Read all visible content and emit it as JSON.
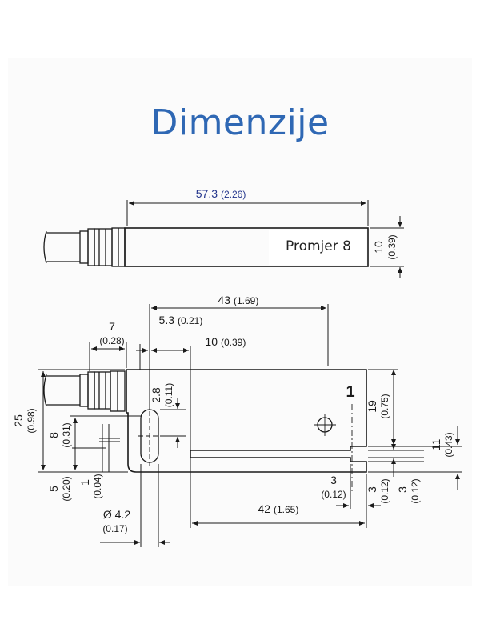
{
  "title": "Dimenzije",
  "colors": {
    "title": "#2f68b4",
    "dimension_top": "#23358c",
    "line": "#1a1a1a"
  },
  "top_view": {
    "length": "57.3",
    "length_in": "(2.26)",
    "diameter_label": "Promjer 8",
    "height": "10",
    "height_in": "(0.39)"
  },
  "bottom_view": {
    "d43": "43",
    "d43_in": "(1.69)",
    "d7": "7",
    "d7_in": "(0.28)",
    "d5_3": "5.3",
    "d5_3_in": "(0.21)",
    "d10": "10",
    "d10_in": "(0.39)",
    "d25": "25",
    "d25_in": "(0.98)",
    "d8": "8",
    "d8_in": "(0.31)",
    "d2_8": "2.8",
    "d2_8_in": "(0.11)",
    "d5": "5",
    "d5_in": "(0.20)",
    "d1": "1",
    "d1_in": "(0.04)",
    "d4_2": "Ø 4.2",
    "d4_2_in": "(0.17)",
    "marker": "1",
    "d19": "19",
    "d19_in": "(0.75)",
    "d11": "11",
    "d11_in": "(0.43)",
    "d3_a": "3",
    "d3_a_in": "(0.12)",
    "d3_b": "3",
    "d3_b_in": "(0.12)",
    "d3_c": "3",
    "d3_c_in": "(0.12)",
    "d42": "42",
    "d42_in": "(1.65)"
  }
}
